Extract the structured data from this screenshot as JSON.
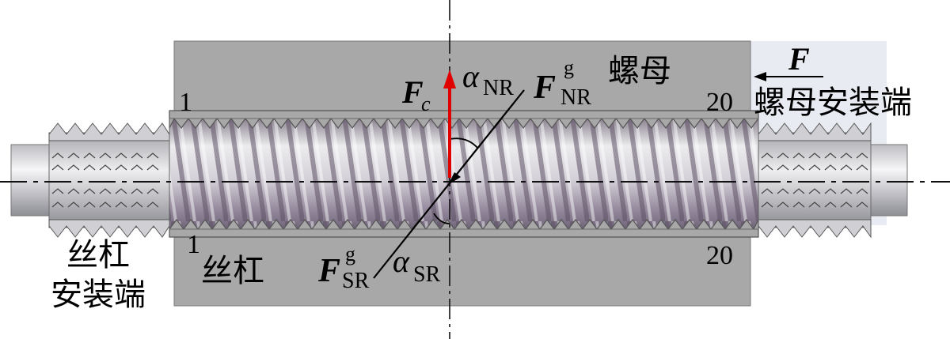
{
  "labels": {
    "nut": "螺母",
    "nut_mount_end": "螺母安装端",
    "screw": "丝杠",
    "screw_mount_end_line1": "丝杠",
    "screw_mount_end_line2": "安装端",
    "index_start_top": "1",
    "index_end_top": "20",
    "index_start_bottom": "1",
    "index_end_bottom": "20"
  },
  "forces": {
    "axial_force": "F",
    "contact_force_symbol": "F",
    "contact_force_sub": "c",
    "nut_roller_force_symbol": "F",
    "nut_roller_force_sup": "g",
    "nut_roller_force_sub": "NR",
    "screw_roller_force_symbol": "F",
    "screw_roller_force_sup": "g",
    "screw_roller_force_sub": "SR"
  },
  "angles": {
    "alpha_nr_symbol": "α",
    "alpha_nr_sub": "NR",
    "alpha_sr_symbol": "α",
    "alpha_sr_sub": "SR"
  },
  "colors": {
    "nut_body": "#a8a8a8",
    "nut_mount_bg": "#e8ebf2",
    "screw_thread_light": "#ececee",
    "screw_thread_dark": "#6f6478",
    "force_arrow": "#e00000"
  }
}
